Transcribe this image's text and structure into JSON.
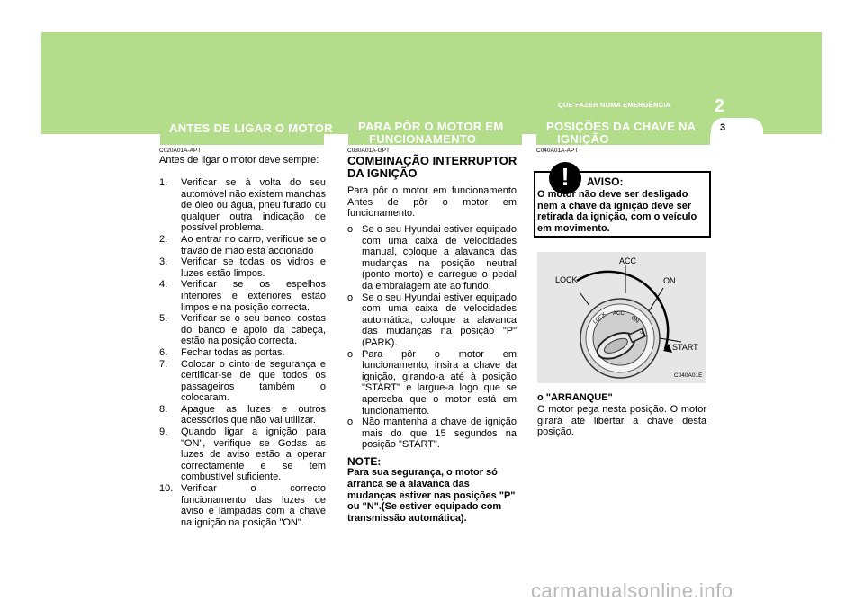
{
  "header": {
    "section_title": "QUE FAZER NUMA EMERGÊNCIA",
    "chapter_number": "2",
    "page_number": "3"
  },
  "tabs": [
    {
      "line1": "ANTES DE LIGAR O MOTOR",
      "line2": ""
    },
    {
      "line1": "PARA PÔR O MOTOR EM",
      "line2": "FUNCIONAMENTO"
    },
    {
      "line1": "POSIÇÕES DA CHAVE NA",
      "line2": "IGNIÇÃO"
    }
  ],
  "col1": {
    "code": "C020A01A-APT",
    "intro": "Antes de ligar o motor deve sempre:",
    "items": [
      {
        "n": "1.",
        "text": "Verificar se à volta do seu automóvel não existem manchas de óleo ou água, pneu furado ou qualquer outra indicação de possível problema."
      },
      {
        "n": "2.",
        "text": "Ao entrar no carro, verifique se o travão de mão está accionado"
      },
      {
        "n": "3.",
        "text": "Verificar se todas os vidros e luzes estão limpos."
      },
      {
        "n": "4.",
        "text": "Verificar se os espelhos interiores e exteriores estão limpos e na posição correcta."
      },
      {
        "n": "5.",
        "text": "Verificar se o seu banco, costas do banco e apoio da cabeça, estão na posição correcta."
      },
      {
        "n": "6.",
        "text": "Fechar todas as portas."
      },
      {
        "n": "7.",
        "text": "Colocar o cinto de segurança e certificar-se de que todos os passageiros também o colocaram."
      },
      {
        "n": "8.",
        "text": "Apague as luzes e outros acessórios que não val utilizar."
      },
      {
        "n": "9.",
        "text": "Quando ligar a ignição para \"ON\", verifique se Godas as luzes de aviso estão a operar correctamente e se tem combustível suficiente."
      },
      {
        "n": "10.",
        "text": "Verificar o correcto funcionamento das luzes de aviso e lâmpadas com a chave na ignição na posição \"ON\"."
      }
    ]
  },
  "col2": {
    "code": "C030A01A-GPT",
    "heading_line1": "COMBINAÇÃO INTERRUPTOR",
    "heading_line2": "DA IGNIÇÃO",
    "intro": "Para pôr o motor em funcionamento Antes de pôr o motor em funcionamento.",
    "bullets": [
      {
        "b": "o",
        "text": "Se o seu Hyundai estiver equipado com uma caixa de velocidades manual, coloque a alavanca das mudanças na posição neutral (ponto morto) e carregue o pedal da embraiagem ate ao fundo."
      },
      {
        "b": "o",
        "text": "Se o seu Hyundai estiver equipado com uma caixa de velocidades automática, coloque a alavanca das mudanças na posição \"P\" (PARK)."
      },
      {
        "b": "o",
        "text": "Para pôr o motor em funcionamento, insira a chave da ignição, girando-a até à posição \"START\" e largue-a logo que se aperceba que o motor está em funcionamento."
      },
      {
        "b": "o",
        "text": "Não mantenha a chave de ignição mais do que 15 segundos na posição \"START\"."
      }
    ],
    "note_title": "NOTE:",
    "note_text": "Para sua segurança, o motor só arranca se a alavanca das mudanças estiver nas posições \"P\" ou \"N\".(Se estiver equipado com transmissão automática)."
  },
  "col3": {
    "code": "C040A01A-APT",
    "warning_title": "AVISO:",
    "warning_text": "O motor não deve ser desligado nem a chave da ignição deve ser retirada da ignição, com o veículo em movimento.",
    "figure": {
      "labels": {
        "acc": "ACC",
        "lock": "LOCK",
        "on": "ON",
        "start": "START"
      },
      "dial_text": {
        "lock": "LOCK",
        "acc": "ACC",
        "on": "ON",
        "st": "ST"
      },
      "code": "C040A01E"
    },
    "start_heading": "o \"ARRANQUE\"",
    "start_text": "O motor pega nesta posição. O motor girará até libertar a chave desta posição."
  },
  "watermark": "carmanualsonline.info",
  "colors": {
    "band": "#b3dd8a",
    "figure_bg": "#e6e6e6",
    "watermark": "#b8b8b8"
  }
}
